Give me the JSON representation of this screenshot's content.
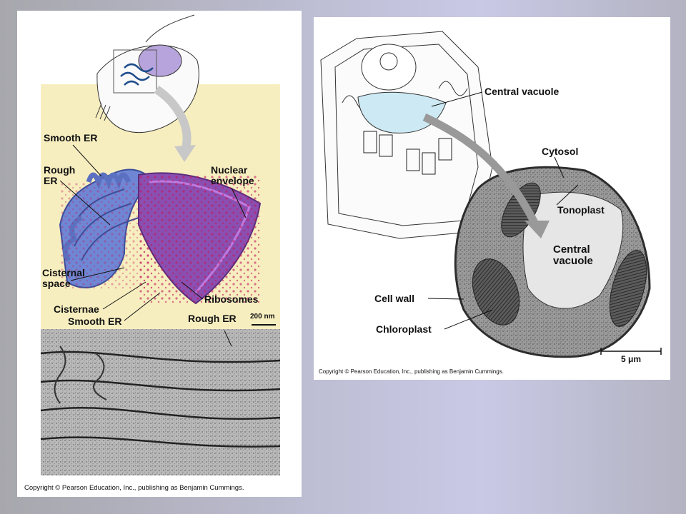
{
  "left_figure": {
    "labels": {
      "smooth_er_top": "Smooth ER",
      "rough_er": "Rough\nER",
      "nuclear_envelope": "Nuclear\nenvelope",
      "cisternal_space": "Cisternal\nspace",
      "cisternae": "Cisternae",
      "ribosomes": "Ribosomes",
      "smooth_er_bottom": "Smooth ER",
      "rough_er_bottom": "Rough ER",
      "scale_bar": "200 nm"
    },
    "copyright": "Copyright © Pearson Education, Inc., publishing as Benjamin Cummings."
  },
  "right_figure": {
    "labels": {
      "central_vacuole_top": "Central vacuole",
      "cytosol": "Cytosol",
      "tonoplast": "Tonoplast",
      "central_vacuole_micrograph": "Central\nvacuole",
      "cell_wall": "Cell wall",
      "chloroplast": "Chloroplast",
      "scale_bar": "5 μm"
    },
    "copyright": "Copyright © Pearson Education, Inc., publishing as Benjamin Cummings."
  },
  "colors": {
    "panel_bg_cream": "#f7eec0",
    "er_blue": "#6f86d4",
    "nucleus_purple": "#8a4fb0",
    "vacuole_blue": "#cde9f3",
    "micrograph_gray": "#8b8b8b"
  }
}
